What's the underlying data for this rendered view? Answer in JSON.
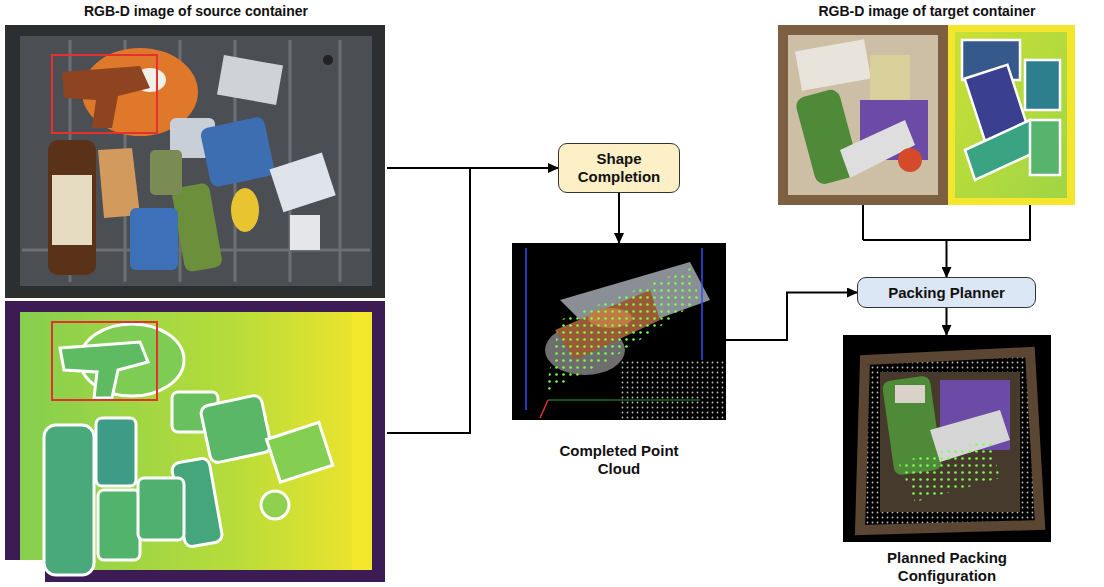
{
  "diagram": {
    "nodes": [
      {
        "text": [
          "RGB-D image of source container"
        ]
      },
      {
        "text": [
          "Shape Completion"
        ]
      },
      {
        "text": [
          "RGB-D image of target container"
        ]
      },
      {
        "text": [
          "Completed Point Cloud"
        ]
      },
      {
        "text": [
          "Packing Planner"
        ]
      },
      {
        "text": [
          "Planned Packing Configuration"
        ]
      }
    ],
    "edges": [
      {
        "from": 0,
        "to": 1,
        "arrow": "to"
      },
      {
        "from": 1,
        "to": 3,
        "arrow": "to"
      },
      {
        "from": 3,
        "to": 4,
        "arrow": "to"
      },
      {
        "from": 2,
        "to": 4,
        "arrow": "to"
      },
      {
        "from": 4,
        "to": 5,
        "arrow": "to"
      }
    ]
  }
}
